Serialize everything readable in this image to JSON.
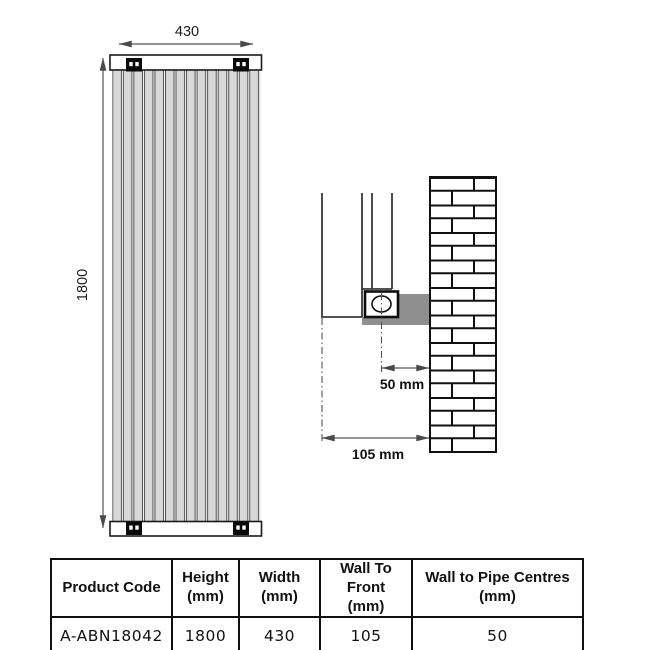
{
  "front_view": {
    "width_dimension": "430",
    "height_dimension": "1800"
  },
  "side_view": {
    "wall_to_pipe_centres": "50 mm",
    "wall_to_front": "105 mm"
  },
  "table": {
    "headers": [
      {
        "title": "Product Code",
        "sub": ""
      },
      {
        "title": "Height",
        "sub": "(mm)"
      },
      {
        "title": "Width",
        "sub": "(mm)"
      },
      {
        "title": "Wall To Front",
        "sub": "(mm)"
      },
      {
        "title": "Wall to Pipe Centres",
        "sub": "(mm)"
      }
    ],
    "row": [
      "A-ABN18042",
      "1800",
      "430",
      "105",
      "50"
    ]
  },
  "colors": {
    "line": "#1a1a1a",
    "dim_line": "#555555",
    "slat_fill": "#d8d8d8",
    "slat_edge": "#3f3f3f",
    "bracket": "#0a0a0a",
    "connector_gray": "#8f8f8f",
    "brick_line": "#111111"
  }
}
